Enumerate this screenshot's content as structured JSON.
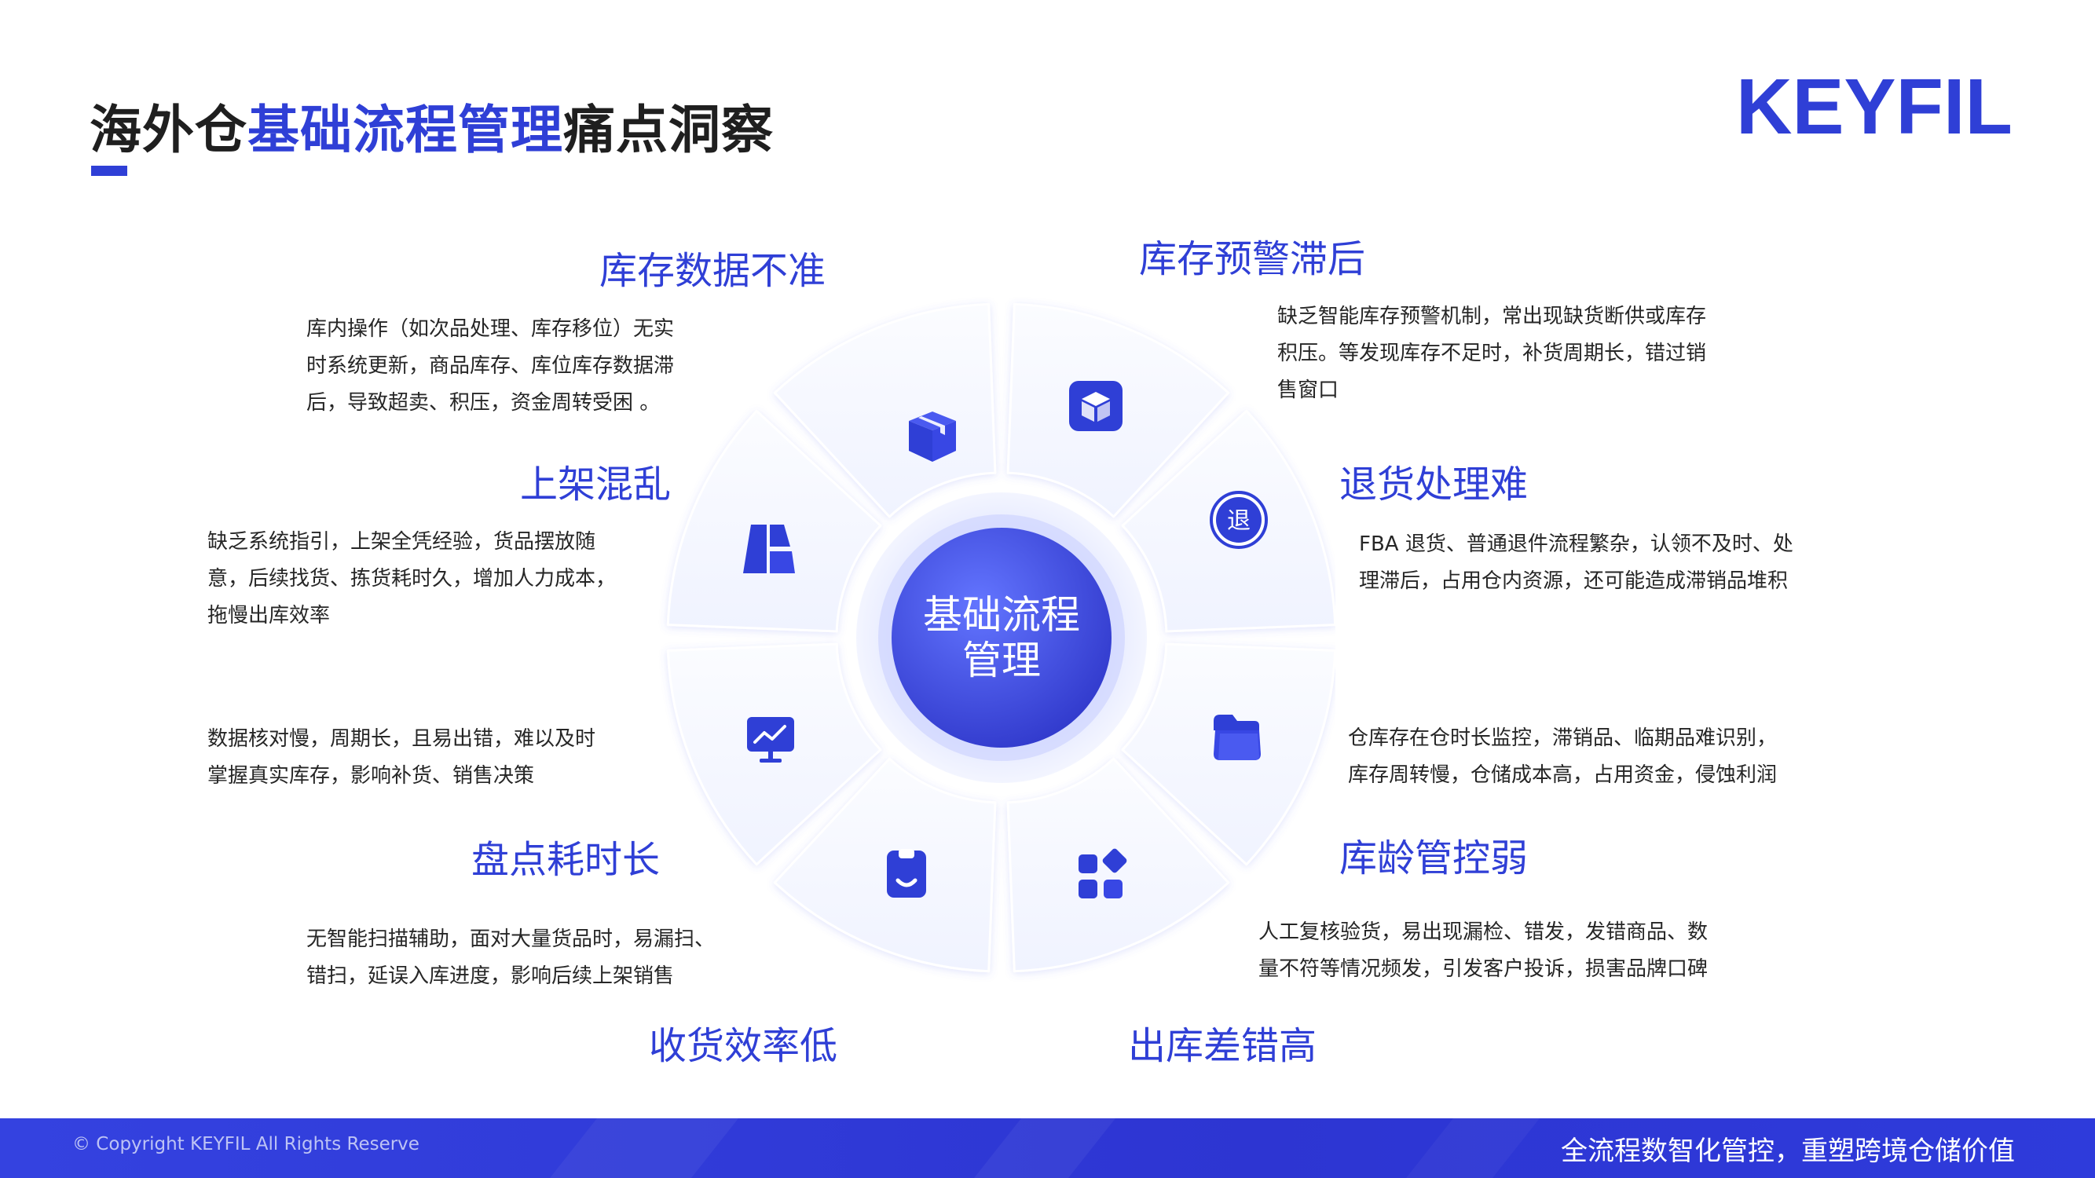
{
  "title": {
    "prefix": "海外仓",
    "highlight": "基础流程管理",
    "suffix": "痛点洞察"
  },
  "logo": {
    "text": "KEYFIL"
  },
  "center": {
    "line1": "基础流程",
    "line2": "管理"
  },
  "items": [
    {
      "heading": "库存数据不准",
      "desc": [
        "库内操作（如次品处理、库存移位）无实",
        "时系统更新，商品库存、库位库存数据滞",
        "后，导致超卖、积压，资金周转受困 。"
      ]
    },
    {
      "heading": "库存预警滞后",
      "desc": [
        "缺乏智能库存预警机制，常出现缺货断供或库存",
        "积压。等发现库存不足时，补货周期长，错过销",
        "售窗口"
      ]
    },
    {
      "heading": "上架混乱",
      "desc": [
        "缺乏系统指引，上架全凭经验，货品摆放随",
        "意，后续找货、拣货耗时久，增加人力成本，",
        "拖慢出库效率"
      ]
    },
    {
      "heading": "退货处理难",
      "desc": [
        "FBA 退货、普通退件流程繁杂，认领不及时、处",
        "理滞后，占用仓内资源，还可能造成滞销品堆积"
      ]
    },
    {
      "heading": "盘点耗时长",
      "desc": [
        "数据核对慢，周期长，且易出错，难以及时",
        "掌握真实库存，影响补货、销售决策"
      ]
    },
    {
      "heading": "库龄管控弱",
      "desc": [
        "仓库存在仓时长监控，滞销品、临期品难识别，",
        "库存周转慢，仓储成本高，占用资金，侵蚀利润"
      ]
    },
    {
      "heading": "收货效率低",
      "desc": [
        "无智能扫描辅助，面对大量货品时，易漏扫、",
        "错扫，延误入库进度，影响后续上架销售"
      ]
    },
    {
      "heading": "出库差错高",
      "desc": [
        "人工复核验货，易出现漏检、错发，发错商品、数",
        "量不符等情况频发，引发客户投诉，损害品牌口碑"
      ]
    }
  ],
  "icons": {
    "return_char": "退",
    "names": [
      "package-box-icon",
      "cube-icon",
      "shelf-icon",
      "return-icon",
      "monitor-chart-icon",
      "folder-icon",
      "clipboard-icon",
      "apps-grid-icon"
    ]
  },
  "colors": {
    "accent": "#2f3fd6",
    "footer": "#2f3ad6",
    "petal": "#f5f7ff"
  },
  "footer": {
    "copyright": "© Copyright KEYFIL  All Rights Reserve",
    "slogan": "全流程数智化管控，重塑跨境仓储价值"
  }
}
